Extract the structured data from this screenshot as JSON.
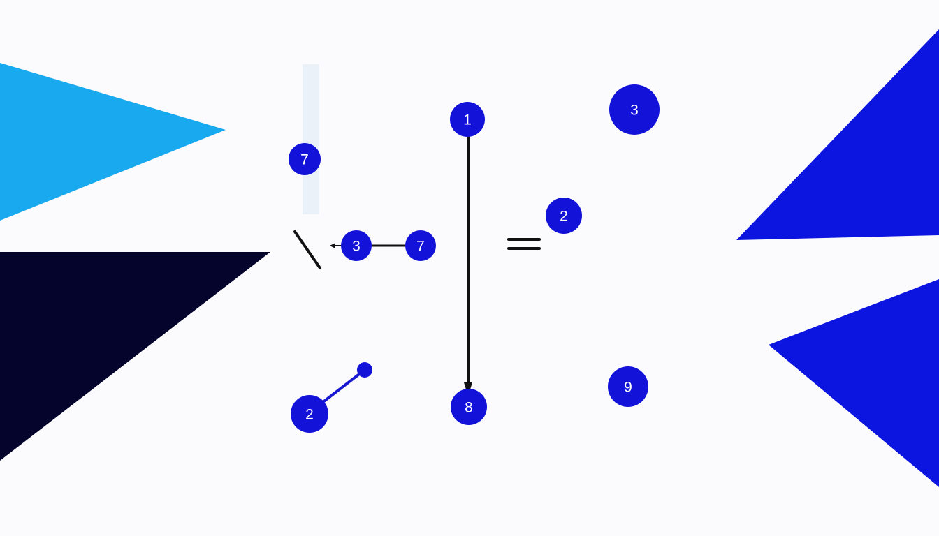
{
  "colors": {
    "background": "#fbfbfd",
    "node_fill": "#1212d8",
    "node_text": "#ffffff",
    "line_dark": "#111111",
    "line_blue": "#1818d0",
    "triangle_sky": "#19a9ef",
    "triangle_navy": "#04042c",
    "triangle_royal": "#0c14e0",
    "faint_mark": "#dde9f6"
  },
  "nodes": [
    {
      "name": "node-1",
      "label": "1"
    },
    {
      "name": "node-3-top-right",
      "label": "3"
    },
    {
      "name": "node-7-upper-left",
      "label": "7"
    },
    {
      "name": "node-2-right",
      "label": "2"
    },
    {
      "name": "node-3-left",
      "label": "3"
    },
    {
      "name": "node-7-middle",
      "label": "7"
    },
    {
      "name": "node-2-bottom-left",
      "label": "2"
    },
    {
      "name": "node-8",
      "label": "8"
    },
    {
      "name": "node-9",
      "label": "9"
    }
  ]
}
